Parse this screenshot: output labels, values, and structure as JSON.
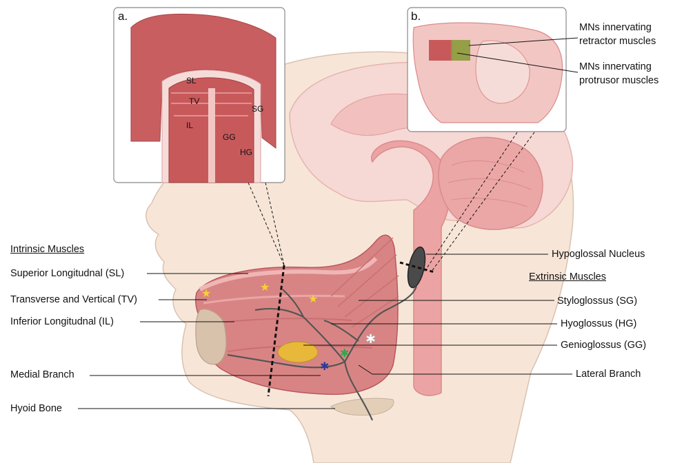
{
  "panels": {
    "a_label": "a.",
    "b_label": "b."
  },
  "inset_a": {
    "labels": [
      "SL",
      "TV",
      "SG",
      "IL",
      "GG",
      "HG"
    ]
  },
  "inset_b": {
    "retractor": "MNs innervating\nretractor muscles",
    "protrusor": "MNs innervating\nprotrusor muscles",
    "retractor_line1": "MNs innervating",
    "retractor_line2": "retractor muscles",
    "protrusor_line1": "MNs innervating",
    "protrusor_line2": "protrusor muscles"
  },
  "intrinsic": {
    "header": "Intrinsic Muscles",
    "items": [
      "Superior Longitudnal (SL)",
      "Transverse and Vertical (TV)",
      "Inferior Longitudnal (IL)",
      "Medial Branch",
      "Hyoid Bone"
    ]
  },
  "extrinsic": {
    "nucleus": "Hypoglossal Nucleus",
    "header": "Extrinsic Muscles",
    "items": [
      "Styloglossus (SG)",
      "Hyoglossus (HG)",
      "Genioglossus (GG)",
      "Lateral Branch"
    ]
  },
  "colors": {
    "skin": "#f7e6d8",
    "brain": "#f2c6c3",
    "brain_dark": "#e49a99",
    "muscle": "#d98484",
    "muscle_dark": "#b8575d",
    "nerve": "#555555",
    "star_yellow": "#f5d330",
    "star_green": "#2ea84a",
    "star_blue": "#2d3a9e",
    "star_white": "#ffffff",
    "bone": "#d8c2ab",
    "gland": "#e8b83a"
  }
}
